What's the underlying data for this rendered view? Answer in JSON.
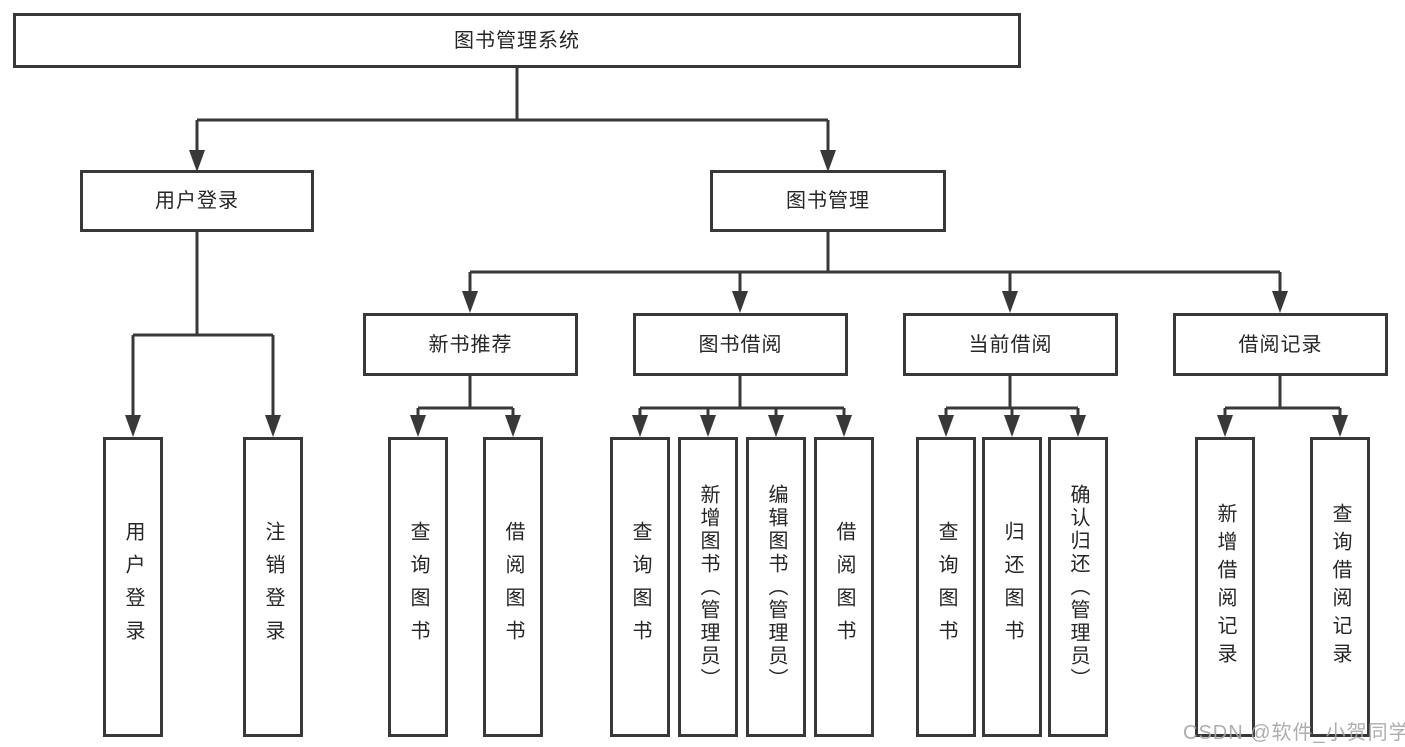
{
  "root": {
    "label": "图书管理系统"
  },
  "branches": [
    {
      "label": "用户登录",
      "children": [
        {
          "label": "用户登录"
        },
        {
          "label": "注销登录"
        }
      ]
    },
    {
      "label": "图书管理",
      "children": [
        {
          "label": "新书推荐",
          "children": [
            {
              "label": "查询图书"
            },
            {
              "label": "借阅图书"
            }
          ]
        },
        {
          "label": "图书借阅",
          "children": [
            {
              "label": "查询图书"
            },
            {
              "label": "新增图书（管理员）"
            },
            {
              "label": "编辑图书（管理员）"
            },
            {
              "label": "借阅图书"
            }
          ]
        },
        {
          "label": "当前借阅",
          "children": [
            {
              "label": "查询图书"
            },
            {
              "label": "归还图书"
            },
            {
              "label": "确认归还（管理员）"
            }
          ]
        },
        {
          "label": "借阅记录",
          "children": [
            {
              "label": "新增借阅记录"
            },
            {
              "label": "查询借阅记录"
            }
          ]
        }
      ]
    }
  ],
  "watermark": {
    "text": "CSDN @软件_小贺同学"
  },
  "colors": {
    "line": "#383838",
    "box_border": "#383838",
    "text": "#262626",
    "watermark": "#a5a5a5",
    "background": "#ffffff"
  }
}
